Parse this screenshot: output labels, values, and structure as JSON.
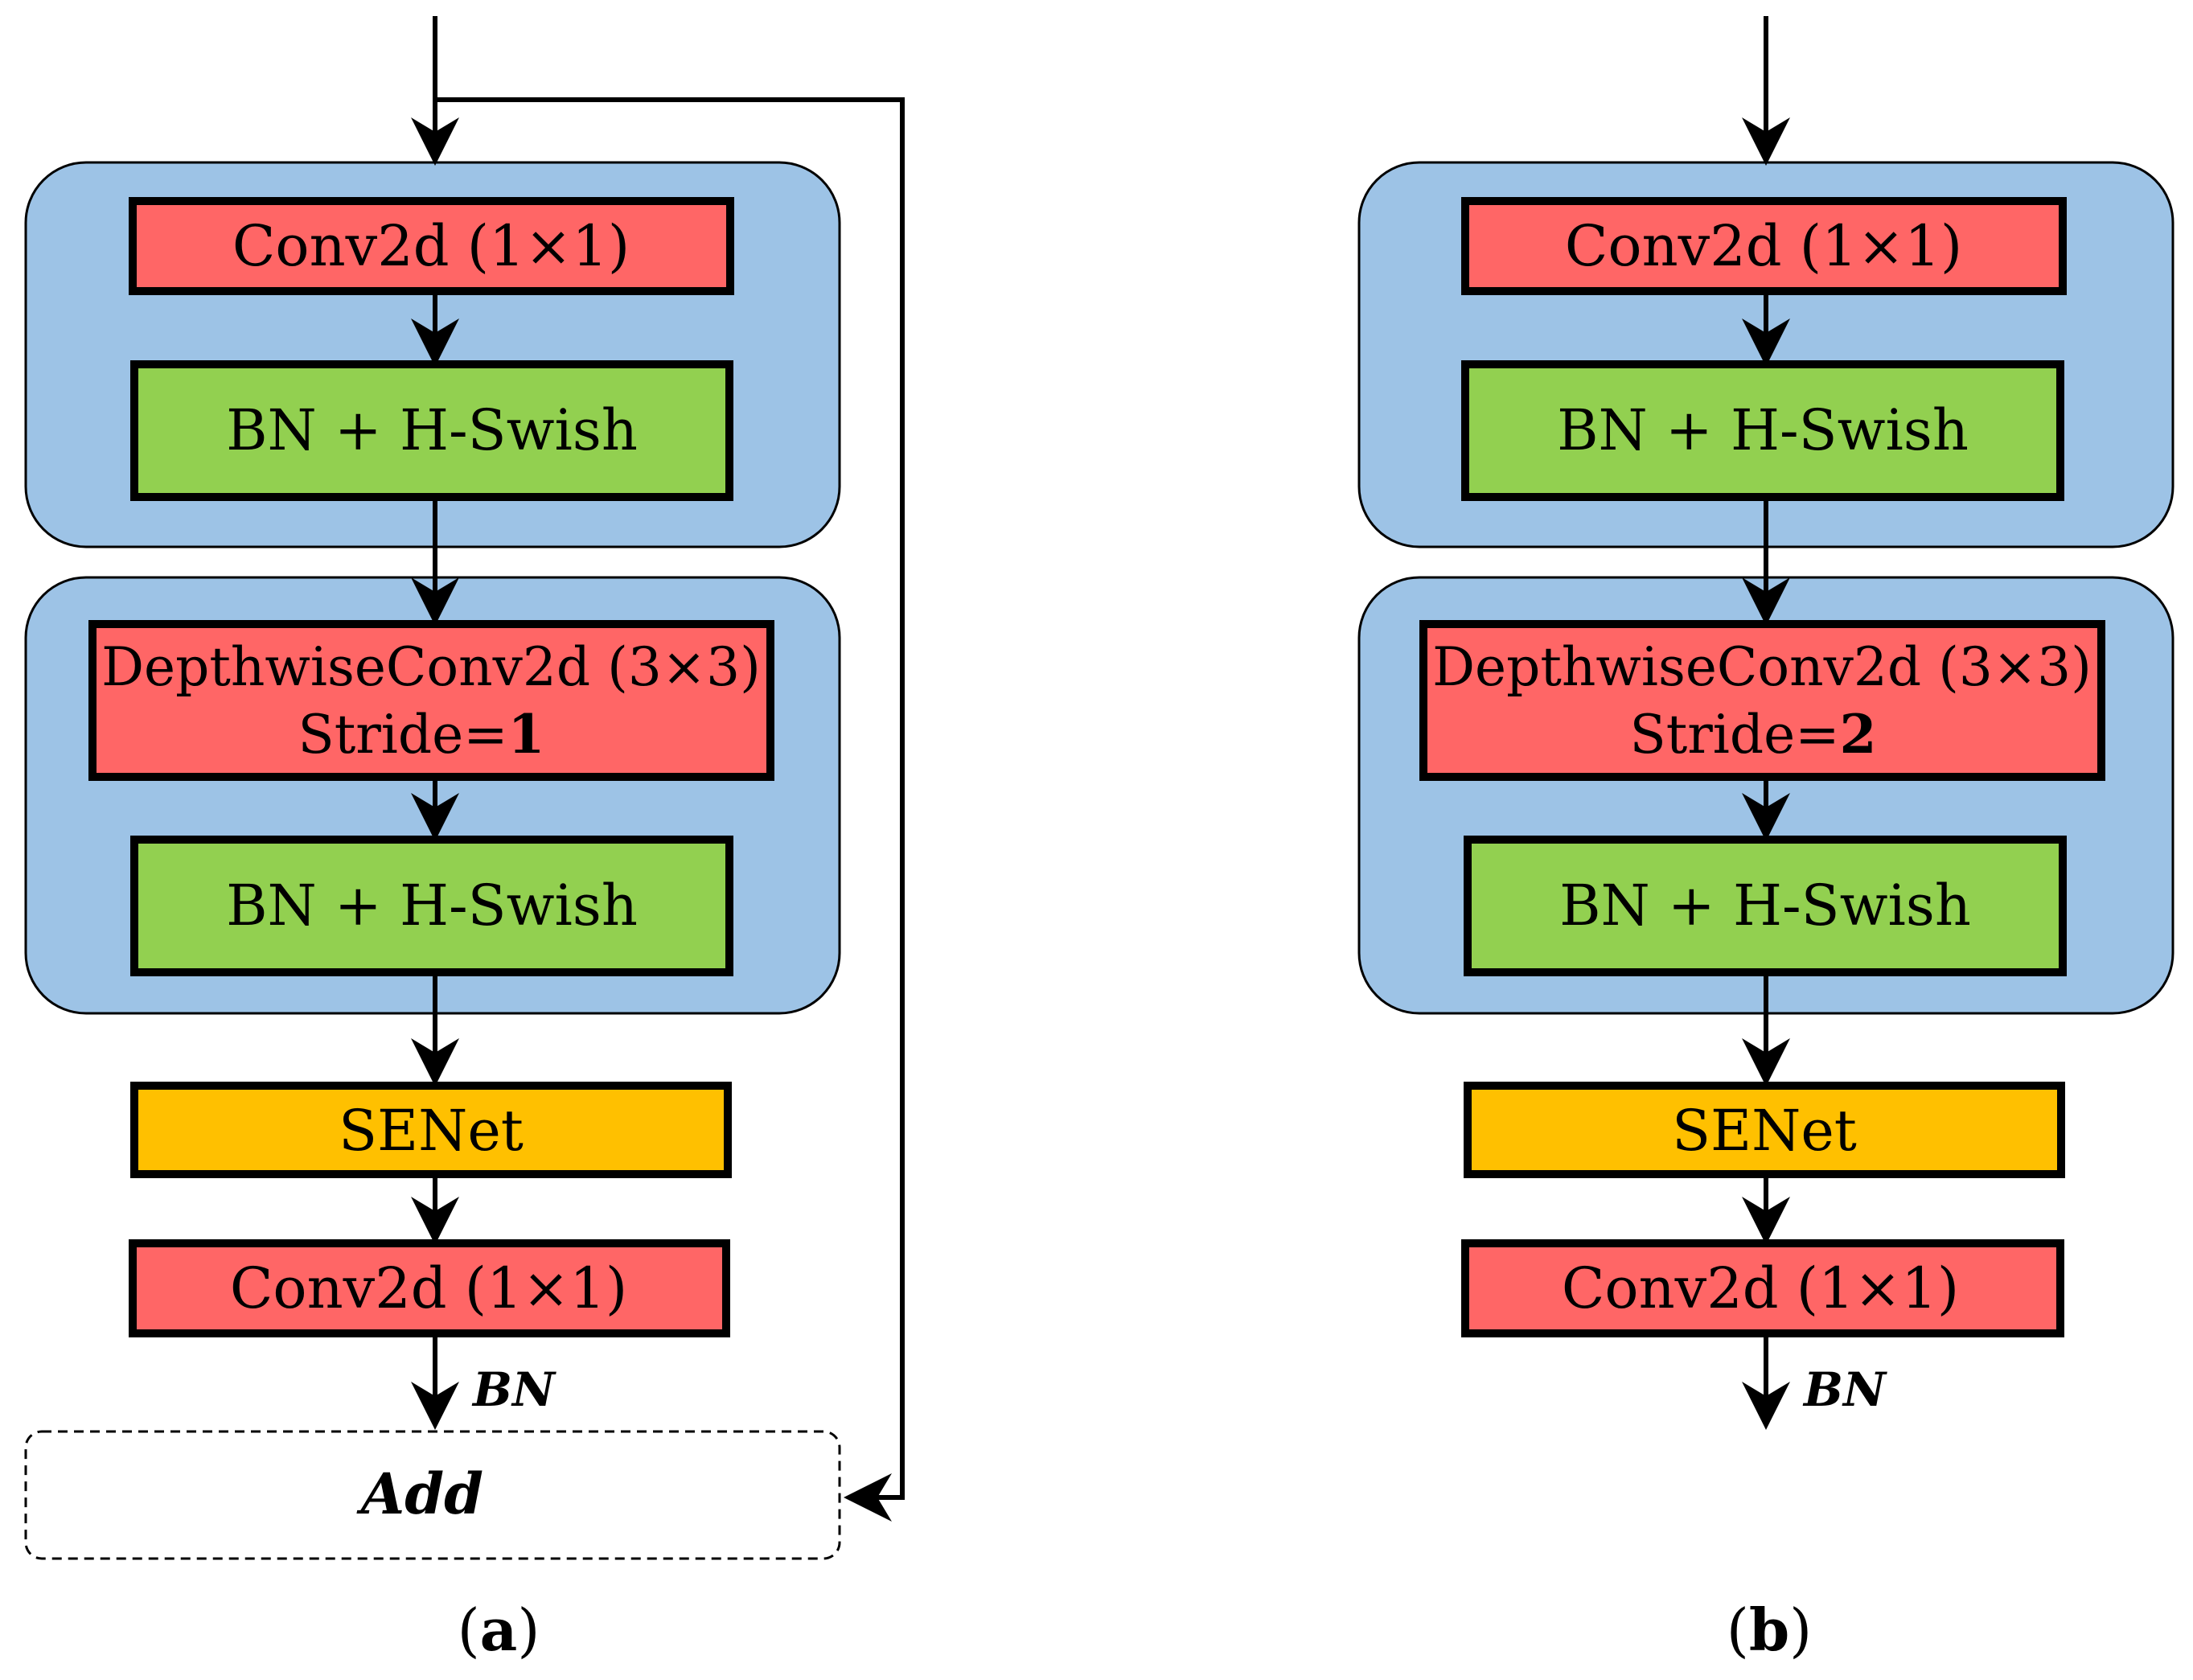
{
  "colors": {
    "group_fill": "#9dc3e6",
    "conv_fill": "#ff6666",
    "bn_fill": "#92d050",
    "senet_fill": "#ffc000",
    "stroke": "#000000"
  },
  "panel_a": {
    "conv1": "Conv2d (1×1)",
    "bn1": "BN + H-Swish",
    "dwconv": "DepthwiseConv2d (3×3)",
    "stride_prefix": "Stride=",
    "stride_value": "1",
    "bn2": "BN + H-Swish",
    "senet": "SENet",
    "conv2": "Conv2d (1×1)",
    "bn_label": "BN",
    "add": "Add",
    "caption_open": "(",
    "caption_letter": "a",
    "caption_close": ")"
  },
  "panel_b": {
    "conv1": "Conv2d (1×1)",
    "bn1": "BN + H-Swish",
    "dwconv": "DepthwiseConv2d (3×3)",
    "stride_prefix": "Stride=",
    "stride_value": "2",
    "bn2": "BN + H-Swish",
    "senet": "SENet",
    "conv2": "Conv2d (1×1)",
    "bn_label": "BN",
    "caption_open": "(",
    "caption_letter": "b",
    "caption_close": ")"
  }
}
